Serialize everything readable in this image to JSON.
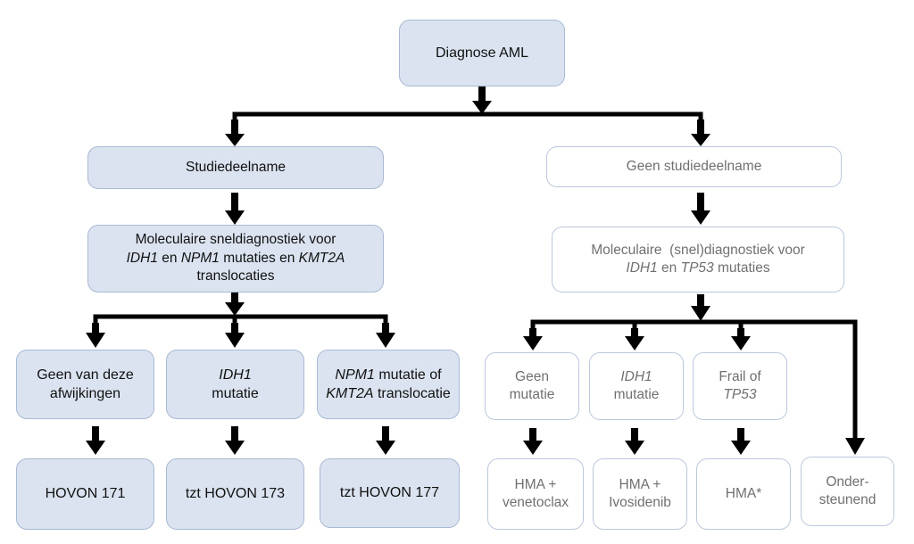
{
  "root": {
    "label": "Diagnose AML"
  },
  "left": {
    "branch": {
      "label": "Studiedeelname"
    },
    "molecular": {
      "line1": "Moleculaire sneldiagnostiek voor",
      "line2": {
        "gene1": "IDH1",
        "and1": "en",
        "gene2": "NPM1",
        "mid": "mutaties en",
        "gene3": "KMT2A"
      },
      "line3": "translocaties"
    },
    "groups": [
      {
        "line1": "Geen van deze",
        "line2": "afwijkingen",
        "outcome": "HOVON 171"
      },
      {
        "gene": "IDH1",
        "line2": "mutatie",
        "outcome": "tzt HOVON 173"
      },
      {
        "gene1": "NPM1",
        "text1": "mutatie of",
        "gene2": "KMT2A",
        "text2": "translocatie",
        "outcome": "tzt HOVON 177"
      }
    ]
  },
  "right": {
    "branch": {
      "label": "Geen studiedeelname"
    },
    "molecular": {
      "line1": "Moleculaire  (snel)diagnostiek voor",
      "line2": {
        "gene1": "IDH1",
        "and1": "en",
        "gene2": "TP53",
        "tail": "mutaties"
      }
    },
    "groups": [
      {
        "line1": "Geen",
        "line2": "mutatie",
        "outcome_line1": "HMA +",
        "outcome_line2": "venetoclax"
      },
      {
        "gene": "IDH1",
        "line2": "mutatie",
        "outcome_line1": "HMA +",
        "outcome_line2": "Ivosidenib"
      },
      {
        "line1": "Frail of",
        "gene": "TP53",
        "outcome": "HMA*"
      }
    ],
    "supportive": {
      "line1": "Onder-",
      "line2": "steunend"
    }
  },
  "colors": {
    "filled": "#dbe3f0",
    "outline": "#bcc8dc",
    "arrow": "#000000",
    "outline_text": "#707070"
  }
}
